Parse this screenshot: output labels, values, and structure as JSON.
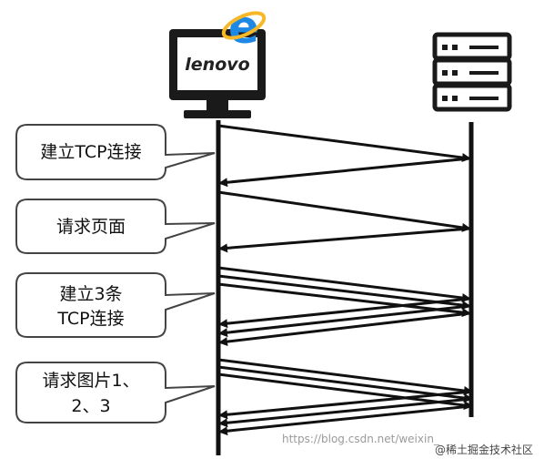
{
  "client": {
    "monitor_brand": "lenovo",
    "browser_icon": "ie-browser-icon"
  },
  "server": {
    "icon": "server-rack-icon"
  },
  "callouts": [
    {
      "id": "tcp-handshake",
      "lines": [
        "建立TCP连接"
      ]
    },
    {
      "id": "request-page",
      "lines": [
        "请求页面"
      ]
    },
    {
      "id": "three-tcp",
      "lines": [
        "建立3条",
        "TCP连接"
      ]
    },
    {
      "id": "request-images",
      "lines": [
        "请求图片1、",
        "2、3"
      ]
    }
  ],
  "watermark": {
    "text": "https://blog.csdn.net/weixin_",
    "brand": "@稀土掘金技术社区"
  },
  "colors": {
    "line": "#111111",
    "callout_border": "#444444",
    "ie_blue": "#1e88e5",
    "ie_ring": "#f6b826"
  }
}
